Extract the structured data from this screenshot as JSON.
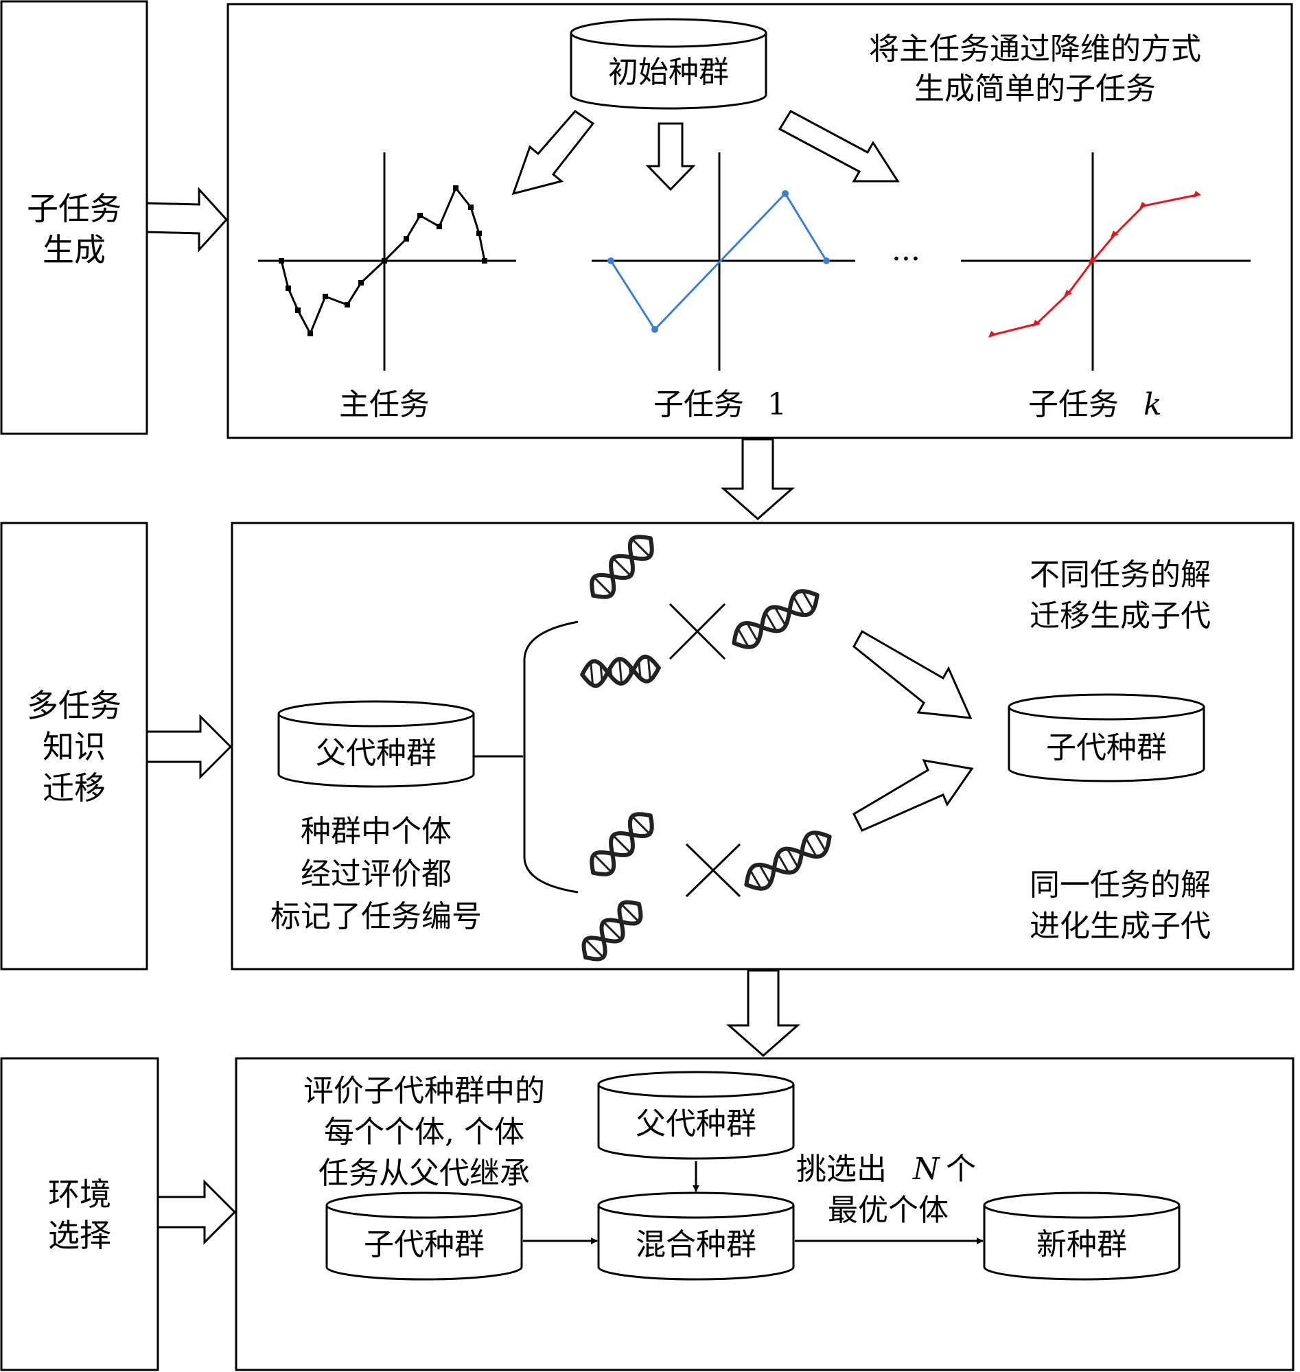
{
  "stages": [
    {
      "lines": [
        "子任务",
        "生成"
      ]
    },
    {
      "lines": [
        "多任务",
        "知识",
        "迁移"
      ]
    },
    {
      "lines": [
        "环境",
        "选择"
      ]
    }
  ],
  "panel1": {
    "init_pop": "初始种群",
    "note_lines": [
      "将主任务通过降维的方式",
      "生成简单的子任务"
    ],
    "main_task": "主任务",
    "sub1": "子任务",
    "sub1_num": "1",
    "subk": "子任务",
    "subk_var": "k",
    "ellipsis": "···"
  },
  "panel2": {
    "parent_pop": "父代种群",
    "child_pop": "子代种群",
    "left_note_lines": [
      "种群中个体",
      "经过评价都",
      "标记了任务编号"
    ],
    "top_note_lines": [
      "不同任务的解",
      "迁移生成子代"
    ],
    "bottom_note_lines": [
      "同一任务的解",
      "进化生成子代"
    ]
  },
  "panel3": {
    "note_lines": [
      "评价子代种群中的",
      "每个个体, 个体",
      "任务从父代继承"
    ],
    "parent_pop": "父代种群",
    "child_pop": "子代种群",
    "mixed_pop": "混合种群",
    "new_pop": "新种群",
    "select_pre": "挑选出",
    "select_var": "N",
    "select_post": "个",
    "select_line2": "最优个体"
  },
  "colors": {
    "blue": "#3a7fd5",
    "red": "#e8141c",
    "black": "#000000"
  }
}
